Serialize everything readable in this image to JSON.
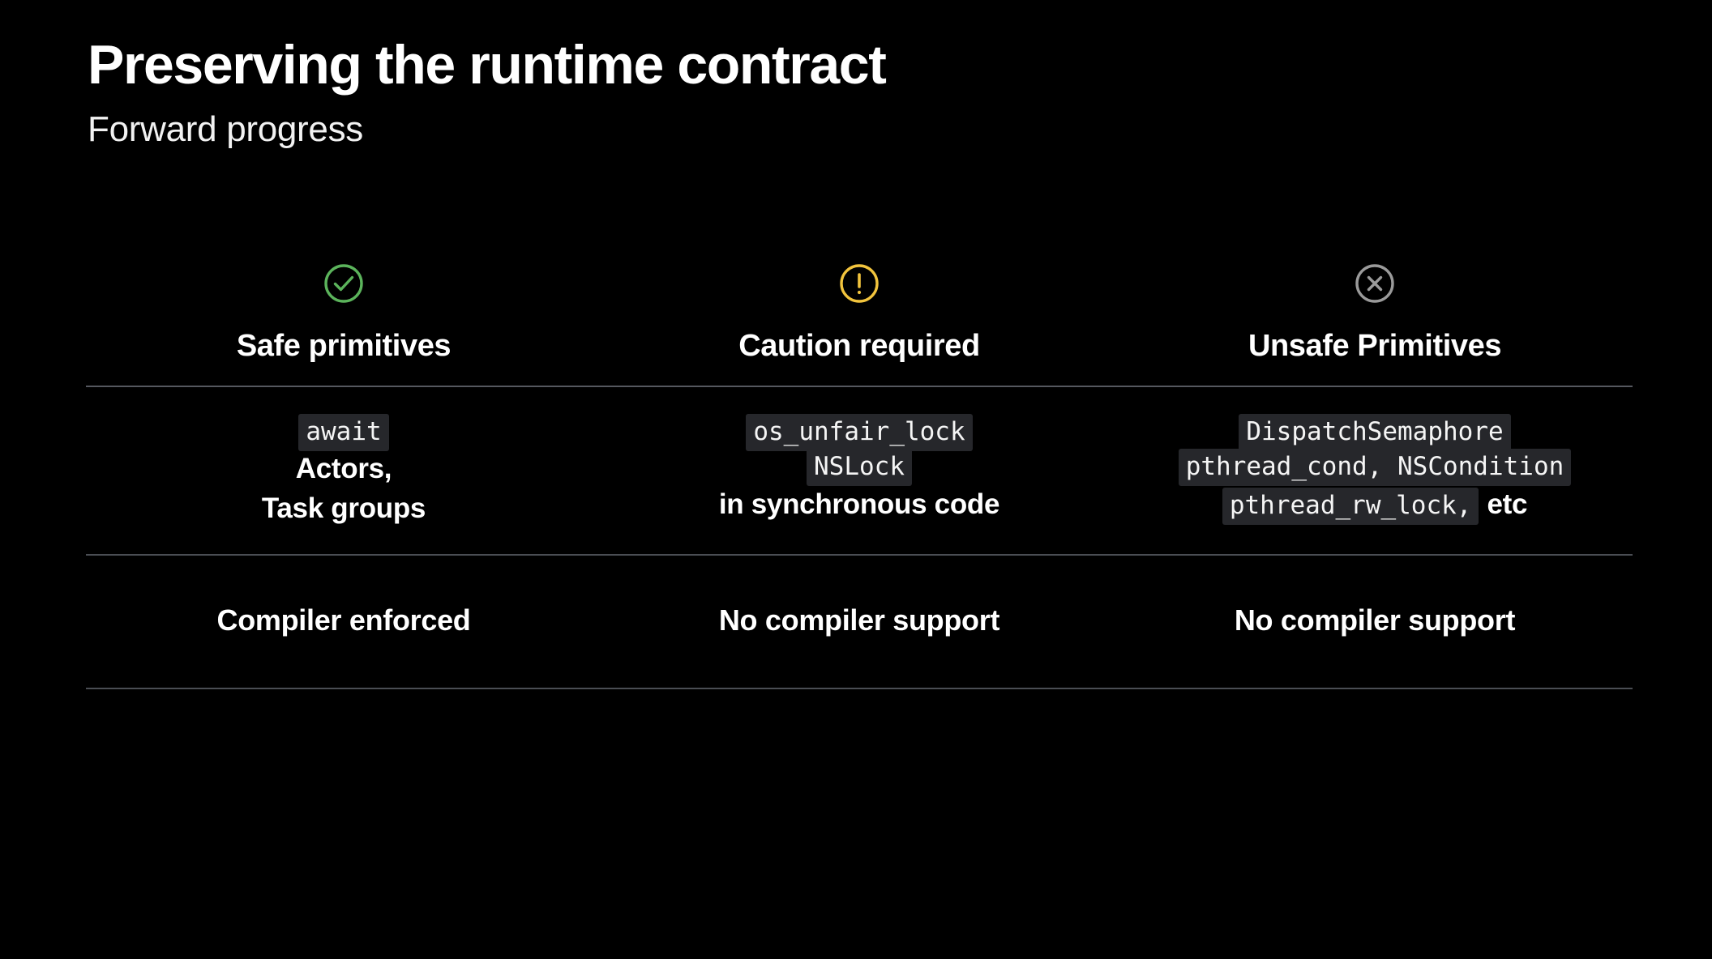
{
  "slide": {
    "title": "Preserving the runtime contract",
    "subtitle": "Forward progress"
  },
  "colors": {
    "background": "#000000",
    "safe_icon": "#5bb35b",
    "caution_icon": "#f2c43d",
    "unsafe_icon": "#9a9a9a",
    "divider": "#55585f",
    "code_chip_background": "#26272b",
    "text": "#ffffff"
  },
  "table": {
    "columns": [
      {
        "icon": "check-circle-icon",
        "icon_color": "#5bb35b",
        "label": "Safe primitives",
        "primitives": [
          {
            "type": "code",
            "text": "await"
          },
          {
            "type": "text",
            "text": "Actors,"
          },
          {
            "type": "text",
            "text": "Task groups"
          }
        ],
        "support": "Compiler enforced"
      },
      {
        "icon": "exclamation-circle-icon",
        "icon_color": "#f2c43d",
        "label": "Caution required",
        "primitives": [
          {
            "type": "code",
            "text": "os_unfair_lock"
          },
          {
            "type": "code",
            "text": "NSLock"
          },
          {
            "type": "text",
            "text": "in synchronous code"
          }
        ],
        "support": "No compiler support"
      },
      {
        "icon": "x-circle-icon",
        "icon_color": "#9a9a9a",
        "label": "Unsafe Primitives",
        "primitives": [
          {
            "type": "code",
            "text": "DispatchSemaphore"
          },
          {
            "type": "code",
            "text": "pthread_cond, NSCondition"
          },
          {
            "type": "mixed",
            "code": "pthread_rw_lock,",
            "text": "etc"
          }
        ],
        "support": "No compiler support"
      }
    ]
  }
}
